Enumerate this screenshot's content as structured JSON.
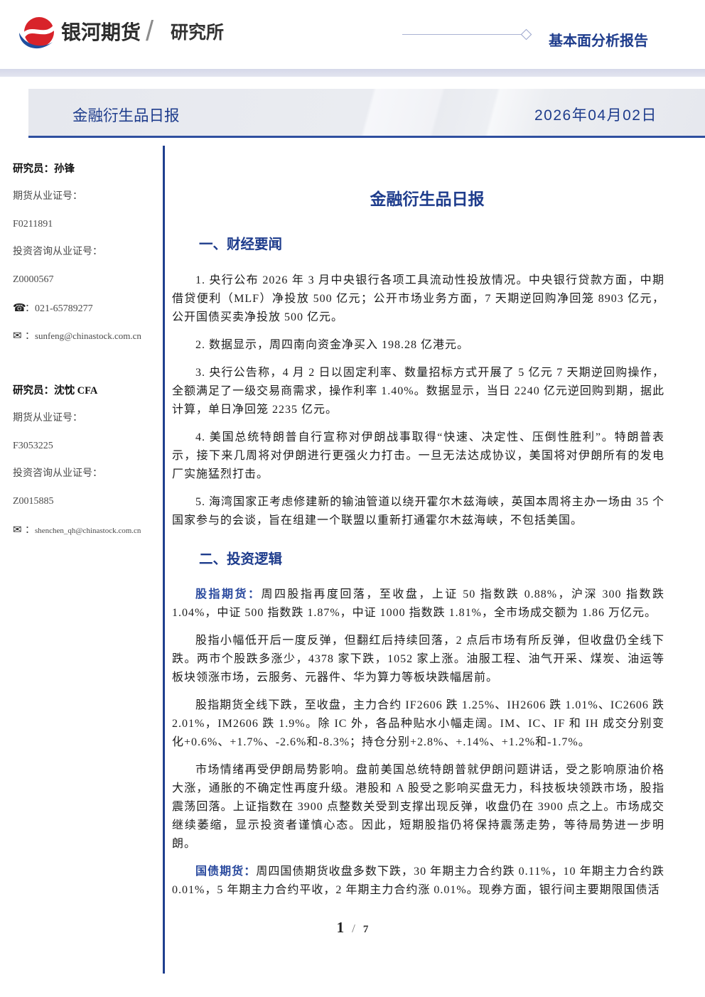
{
  "header": {
    "logo_icon": "galaxy-futures-logo-icon",
    "brand": "银河期货",
    "separator": "/",
    "division": "研究所",
    "report_type": "基本面分析报告"
  },
  "banner": {
    "title": "金融衍生品日报",
    "date": "2026年04月02日"
  },
  "sidebar": {
    "researchers": [
      {
        "name": "研究员：孙锋",
        "futures_license_label": "期货从业证号：",
        "futures_license": "F0211891",
        "consulting_license_label": "投资咨询从业证号：",
        "consulting_license": "Z0000567",
        "phone_icon": "phone-icon",
        "phone_sep": "：",
        "phone": "021-65789277",
        "email_icon": "email-icon",
        "email_sep": "：",
        "email": "sunfeng@chinastock.com.cn"
      },
      {
        "name": "研究员：沈忱 CFA",
        "futures_license_label": "期货从业证号：",
        "futures_license": "F3053225",
        "consulting_license_label": "投资咨询从业证号：",
        "consulting_license": "Z0015885",
        "email_icon": "email-icon",
        "email_sep": "：",
        "email": "shenchen_qh@chinastock.com.cn"
      }
    ]
  },
  "main": {
    "title": "金融衍生品日报",
    "news": {
      "heading": "一、财经要闻",
      "items": [
        "1. 央行公布 2026 年 3 月中央银行各项工具流动性投放情况。中央银行贷款方面，中期借贷便利（MLF）净投放 500 亿元；公开市场业务方面，7 天期逆回购净回笼 8903 亿元，公开国债买卖净投放 500 亿元。",
        "2. 数据显示，周四南向资金净买入 198.28 亿港元。",
        "3. 央行公告称，4 月 2 日以固定利率、数量招标方式开展了 5 亿元 7 天期逆回购操作，全额满足了一级交易商需求，操作利率 1.40%。数据显示，当日 2240 亿元逆回购到期，据此计算，单日净回笼 2235 亿元。",
        "4. 美国总统特朗普自行宣称对伊朗战事取得“快速、决定性、压倒性胜利”。特朗普表示，接下来几周将对伊朗进行更强火力打击。一旦无法达成协议，美国将对伊朗所有的发电厂实施猛烈打击。",
        "5. 海湾国家正考虑修建新的输油管道以绕开霍尔木兹海峡，英国本周将主办一场由 35 个国家参与的会谈，旨在组建一个联盟以重新打通霍尔木兹海峡，不包括美国。"
      ]
    },
    "logic": {
      "heading": "二、投资逻辑",
      "paragraphs": [
        {
          "lead": "股指期货：",
          "text": "周四股指再度回落，至收盘，上证 50 指数跌 0.88%，沪深 300 指数跌 1.04%，中证 500 指数跌 1.87%，中证 1000 指数跌 1.81%，全市场成交额为 1.86 万亿元。"
        },
        {
          "text": "股指小幅低开后一度反弹，但翻红后持续回落，2 点后市场有所反弹，但收盘仍全线下跌。两市个股跌多涨少，4378 家下跌，1052 家上涨。油服工程、油气开采、煤炭、油运等板块领涨市场，云服务、元器件、华为算力等板块跌幅居前。"
        },
        {
          "text": "股指期货全线下跌，至收盘，主力合约 IF2606 跌 1.25%、IH2606 跌 1.01%、IC2606 跌 2.01%，IM2606 跌 1.9%。除 IC 外，各品种贴水小幅走阔。IM、IC、IF 和 IH 成交分别变化+0.6%、+1.7%、-2.6%和-8.3%；持仓分别+2.8%、+.14%、+1.2%和-1.7%。"
        },
        {
          "text": "市场情绪再受伊朗局势影响。盘前美国总统特朗普就伊朗问题讲话，受之影响原油价格大涨，通胀的不确定性再度升级。港股和 A 股受之影响买盘无力，科技板块领跌市场，股指震荡回落。上证指数在 3900 点整数关受到支撑出现反弹，收盘仍在 3900 点之上。市场成交继续萎缩，显示投资者谨慎心态。因此，短期股指仍将保持震荡走势，等待局势进一步明朗。"
        },
        {
          "lead": "国债期货：",
          "text": "周四国债期货收盘多数下跌，30 年期主力合约跌 0.11%，10 年期主力合约跌 0.01%，5 年期主力合约平收，2 年期主力合约涨 0.01%。现券方面，银行间主要期限国债活"
        }
      ]
    }
  },
  "footer": {
    "page": "1",
    "separator": "/",
    "total": "7"
  },
  "colors": {
    "primary_blue": "#1e3c8c",
    "rule_blue": "#1f3f8f",
    "logo_red": "#d8232a",
    "logo_blue": "#1f4e9e",
    "band": "#dcdeed"
  }
}
